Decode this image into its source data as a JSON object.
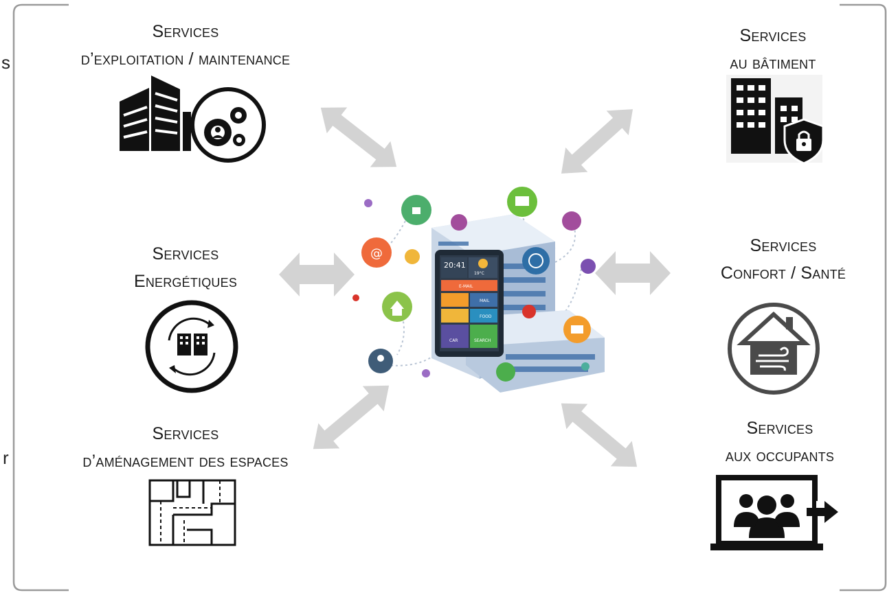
{
  "edge_fragments": {
    "left_top": "s",
    "left_bottom": "r"
  },
  "services": {
    "exploitation": {
      "title": "Services",
      "subtitle": "d’exploitation / maintenance",
      "icon": "building-gears-icon"
    },
    "batiment": {
      "title": "Services",
      "subtitle": "au bâtiment",
      "icon": "building-shield-lock-icon"
    },
    "energetiques": {
      "title": "Services",
      "subtitle": "Energétiques",
      "icon": "energy-cycle-building-icon"
    },
    "confort": {
      "title": "Services",
      "subtitle": "Confort / Santé",
      "icon": "house-air-icon"
    },
    "amenagement": {
      "title": "Services",
      "subtitle": "d’aménagement des espaces",
      "icon": "floor-plan-icon"
    },
    "occupants": {
      "title": "Services",
      "subtitle": "aux occupants",
      "icon": "screen-people-arrow-icon"
    }
  },
  "center": {
    "icon": "smart-building-tablet-icon",
    "tablet": {
      "time": "20:41",
      "temperature": "19°C",
      "tiles": [
        "E-MAIL",
        "MAIL",
        "FOOD",
        "CAR",
        "SEARCH"
      ]
    }
  },
  "colors": {
    "arrow": "#d3d3d3",
    "frame": "#9a9a9a",
    "icon": "#111111",
    "dark_circle": "#4a4a4a"
  }
}
